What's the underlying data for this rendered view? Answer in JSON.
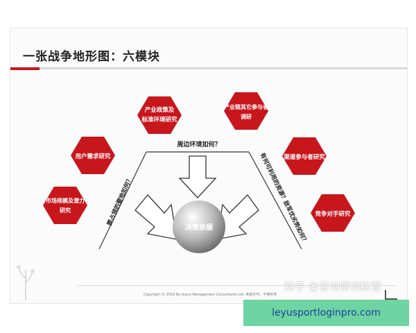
{
  "slide": {
    "title": "一张战争地形图：六模块",
    "center_label": "决策依据",
    "top_question": "周边环境如何？",
    "left_question": "要占领的要地如何？",
    "right_question": "有何可利用的资源？敌军优劣势如何？",
    "hexagons": [
      {
        "id": "policy",
        "lines": [
          "产业政策及",
          "标准环境研究"
        ]
      },
      {
        "id": "chain",
        "lines": [
          "产业链其它参与者",
          "调研"
        ]
      },
      {
        "id": "user",
        "lines": [
          "用户需求研究"
        ]
      },
      {
        "id": "channel",
        "lines": [
          "渠道参与者研究"
        ]
      },
      {
        "id": "market",
        "lines": [
          "市场规模及潜力",
          "研究"
        ]
      },
      {
        "id": "competitor",
        "lines": [
          "竞争对手研究"
        ]
      }
    ],
    "copyright": "Copyright © 2016 By Ieyun Management Consultants Ltd.   未经许可，不得外传",
    "watermark": "知乎 @咨询师训练营"
  },
  "banner": {
    "text": "leyusportloginpro.com"
  },
  "colors": {
    "hex_red": "#c8161d",
    "accent_red": "#c8161d",
    "banner_green": "#6dd4a2",
    "banner_text": "#1e3f99"
  }
}
